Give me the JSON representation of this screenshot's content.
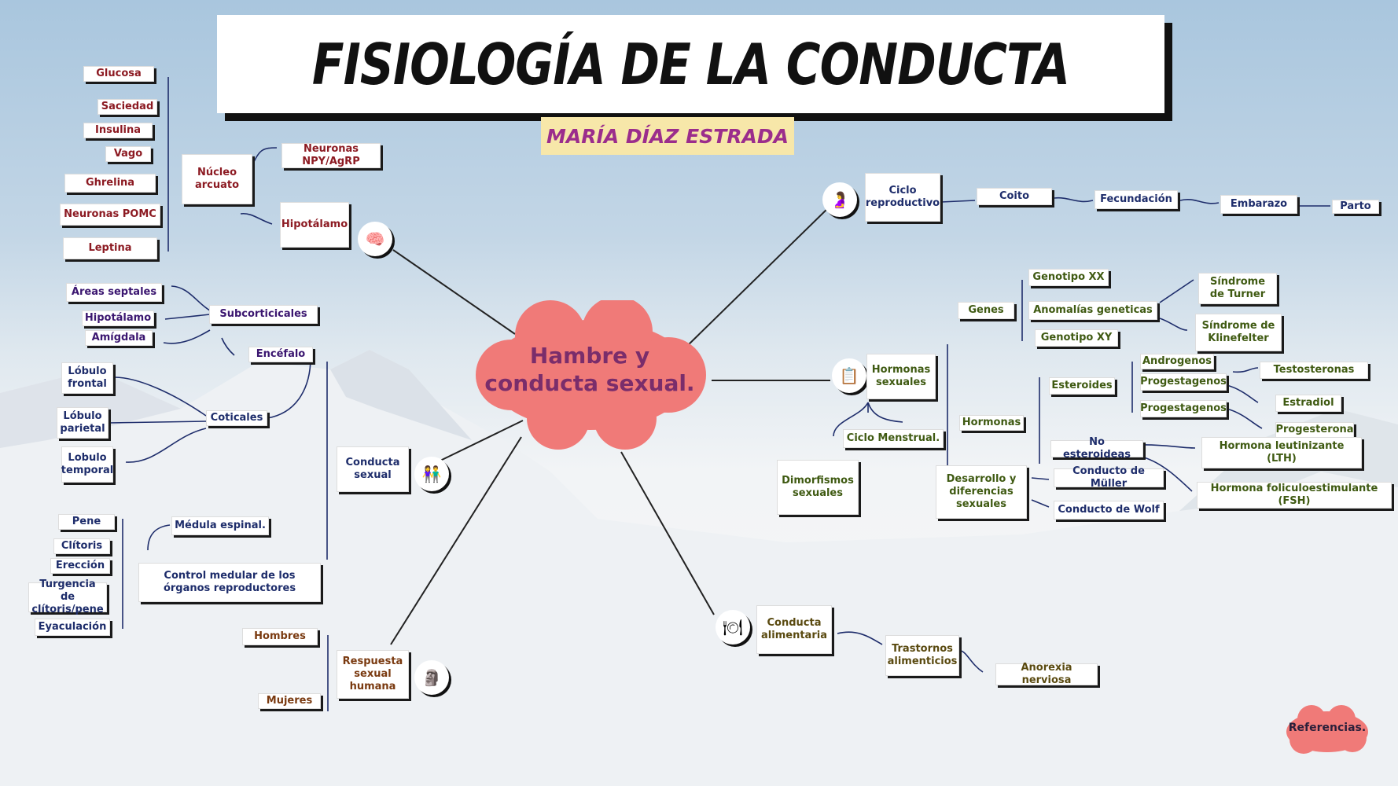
{
  "title": "FISIOLOGÍA DE LA CONDUCTA",
  "author": "MARÍA DÍAZ ESTRADA",
  "center": [
    "Hambre y",
    "conducta sexual."
  ],
  "references": "Referencias.",
  "hipotalamo_branch": {
    "main": "Hipotálamo",
    "nucleo": "Núcleo arcuato",
    "neuronas": "Neuronas NPY/AgRP",
    "factores": [
      "Glucosa",
      "Saciedad",
      "Insulina",
      "Vago",
      "Ghrelina",
      "Neuronas POMC",
      "Leptina"
    ]
  },
  "conducta_sexual_branch": {
    "main": "Conducta sexual",
    "encefalo": "Encéfalo",
    "subcorticales": "Subcorticicales",
    "sub_items": [
      "Áreas septales",
      "Hipotálamo",
      "Amígdala"
    ],
    "corticales": "Coticales",
    "cort_items": [
      "Lóbulo frontal",
      "Lóbulo parietal",
      "Lobulo temporal"
    ],
    "medula": "Médula espinal.",
    "control": "Control medular de los órganos reproductores",
    "control_items": [
      "Pene",
      "Clítoris",
      "Erección",
      "Turgencia de clítoris/pene",
      "Eyaculación"
    ]
  },
  "respuesta_branch": {
    "main": "Respuesta sexual humana",
    "items": [
      "Hombres",
      "Mujeres"
    ]
  },
  "ciclo_branch": {
    "main": "Ciclo reproductivo",
    "steps": [
      "Coito",
      "Fecundación",
      "Embarazo",
      "Parto"
    ]
  },
  "hormonas_branch": {
    "main": "Hormonas sexuales",
    "genes": "Genes",
    "gene_items": [
      "Genotipo XX",
      "Anomalías geneticas",
      "Genotipo XY"
    ],
    "sindromes": [
      "Síndrome de Turner",
      "Síndrome de Klinefelter"
    ],
    "hormonas": "Hormonas",
    "esteroides": "Esteroides",
    "esteroide_items": [
      "Androgenos",
      "Progestagenos",
      "Progestagenos"
    ],
    "esteroide_results": [
      "Testosteronas",
      "Estradiol",
      "Progesterona"
    ],
    "no_esteroideas": "No esteroideas",
    "no_est_results": [
      "Hormona leutinizante (LTH)",
      "Hormona foliculoestimulante (FSH)"
    ],
    "ciclo_menstrual": "Ciclo Menstrual.",
    "dimorfismos": "Dimorfismos sexuales",
    "desarrollo": "Desarrollo y diferencias sexuales",
    "conductos": [
      "Conducto de Müller",
      "Conducto de  Wolf"
    ]
  },
  "alimentaria_branch": {
    "main": "Conducta alimentaria",
    "trastornos": "Trastornos alimenticios",
    "anorexia": "Anorexia nerviosa"
  },
  "colors": {
    "cloud": "#f07a78",
    "author_bg": "#f7e7a9",
    "author_text": "#9b2d8c"
  }
}
